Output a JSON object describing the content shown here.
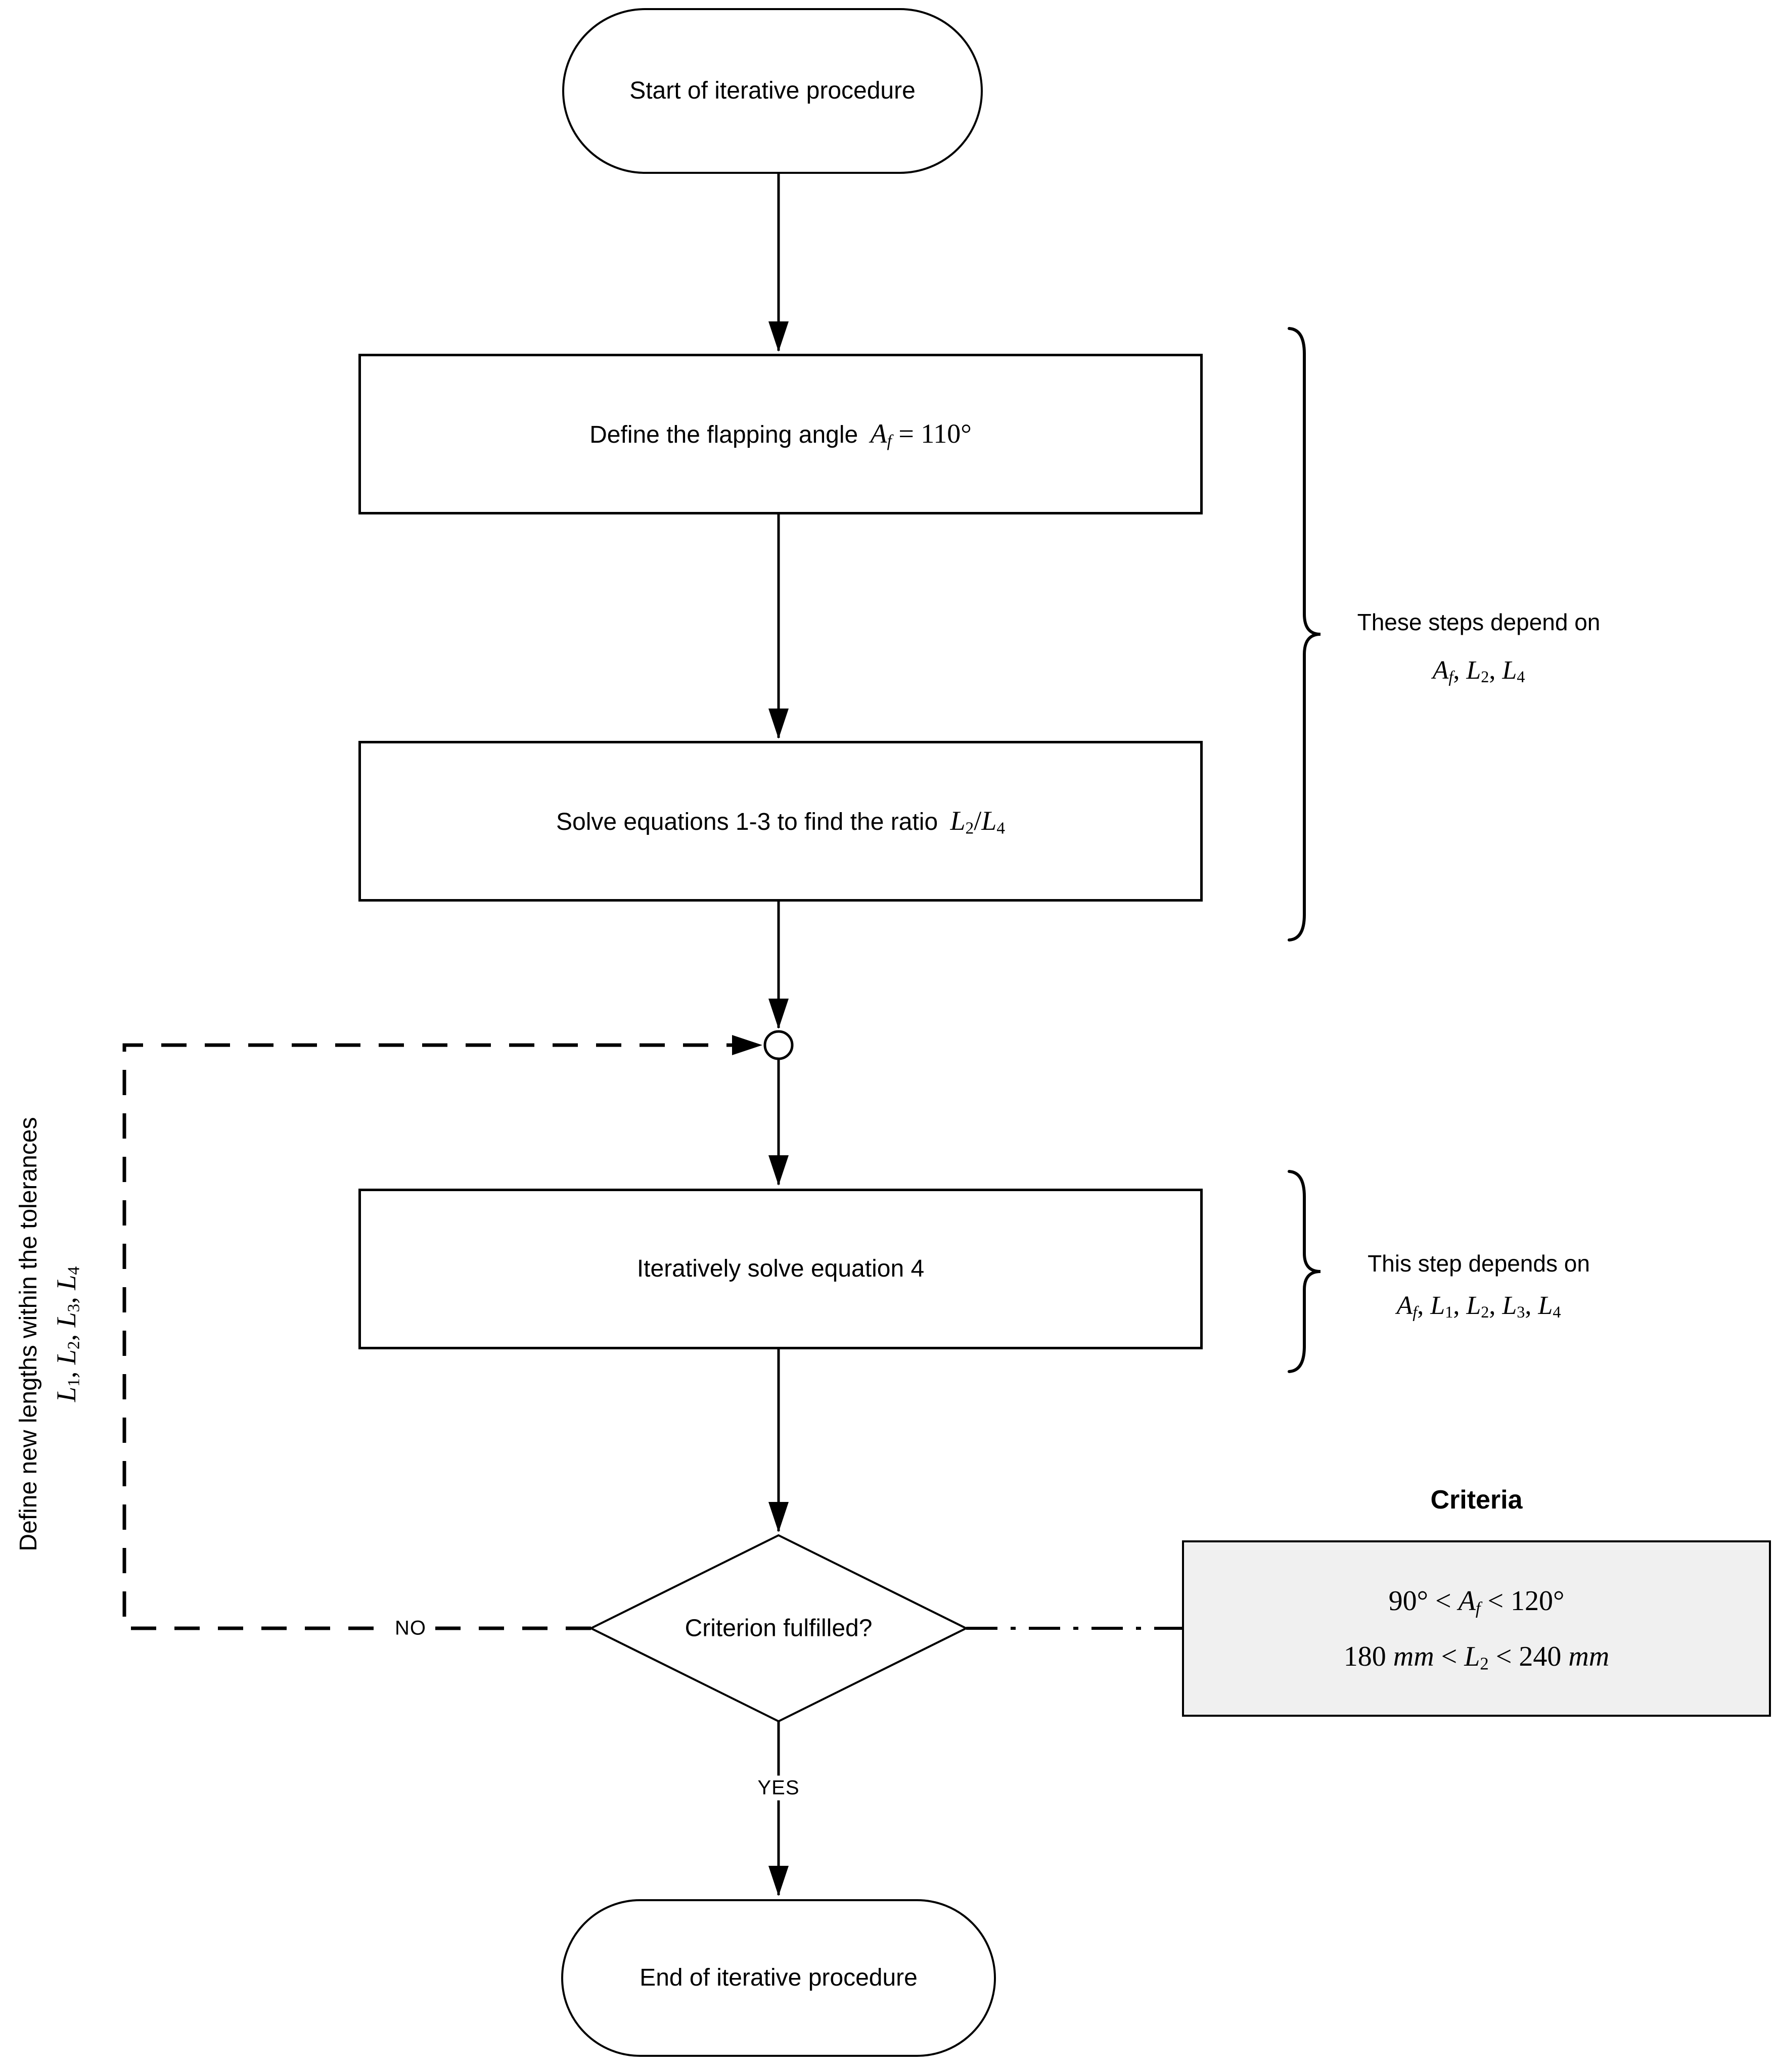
{
  "nodes": {
    "start": {
      "label": "Start of iterative procedure"
    },
    "define_angle": {
      "label": "Define the flapping angle",
      "math": "A_{f} = 110°"
    },
    "solve_ratio": {
      "label": "Solve equations 1-3 to find the ratio",
      "math": "L_{2}/L_{4}"
    },
    "iterate": {
      "label": "Iteratively solve equation 4"
    },
    "decision": {
      "label": "Criterion fulfilled?"
    },
    "end": {
      "label": "End of iterative procedure"
    }
  },
  "edges": {
    "yes_label": "YES",
    "no_label": "NO"
  },
  "annotations": {
    "brace_top": {
      "line1": "These steps depend on",
      "math": "A_{f}, L_{2}, L_{4}"
    },
    "brace_mid": {
      "line1": "This step depends on",
      "math": "A_{f}, L_{1}, L_{2}, L_{3}, L_{4}"
    },
    "left_note": {
      "line1": "Define new lengths within the tolerances",
      "math": "L_{1}, L_{2}, L_{3}, L_{4}"
    },
    "criteria": {
      "title": "Criteria",
      "line1": "90° < A_{f} < 120°",
      "line2": "180 mm < L_{2} < 240 mm"
    }
  },
  "colors": {
    "ink": "#000000",
    "background": "#ffffff",
    "criteria_fill": "#f0f0f0"
  }
}
